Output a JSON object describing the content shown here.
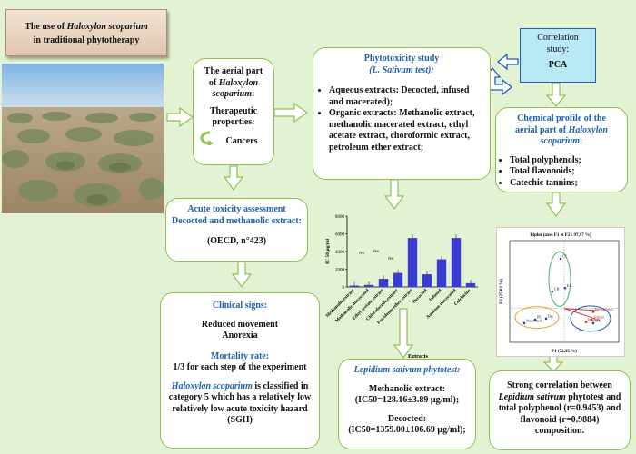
{
  "traditional": {
    "line1": "The use of",
    "species": "Haloxylon scoparium",
    "line2": "in traditional phytotherapy"
  },
  "aerial": {
    "l1": "The aerial part",
    "l2": "of",
    "species": "Haloxylon",
    "species2": "scoparium",
    "colon": ":",
    "props": "Therapeutic properties:",
    "cancers": "Cancers"
  },
  "phyto": {
    "title1": "Phytotoxicity study",
    "title2": "(L. Sativum test):",
    "aqueous": "Aqueous extracts: Decocted, infused and macerated);",
    "organic": "Organic extracts: Methanolic extract, methanolic macerated extract, ethyl acetate extract, choroformic extract, petroleum ether extract;"
  },
  "pca": {
    "l1": "Correlation",
    "l2": "study:",
    "l3": "PCA"
  },
  "chem": {
    "title1": "Chemical profile of the",
    "title2": "aerial part of",
    "species": "Haloxylon scoparium",
    "colon": ":",
    "items": [
      "Total polyphenols;",
      "Total flavonoids;",
      "Catechic tannins;"
    ]
  },
  "acute": {
    "title": "Acute toxicity assessment Decocted and methanolic extract:",
    "oecd": "(OECD, n°423)"
  },
  "clinical": {
    "title": "Clinical signs:",
    "s1": "Reduced movement",
    "s2": "Anorexia",
    "mort_title": "Mortality rate:",
    "mort_val": "1/3 for each step of the experiment",
    "species": "Haloxylon scoparium",
    "classified": "is classified in category 5 which has a relatively low relatively low acute toxicity hazard (SGH)"
  },
  "lepid": {
    "title": "Lepidium sativum phytotest:",
    "meth_label": "Methanolic extract:",
    "meth_val": "(IC50=128.16±3.89 µg/ml);",
    "dec_label": "Decocted:",
    "dec_val": "(IC50=1359.00±106.69 µg/ml);"
  },
  "strong": {
    "text1": "Strong correlation between",
    "species": "Lepidium sativum",
    "text2": "phytotest and total polyphenol (r=0.9453) and flavonoid (r=0.9884) composition."
  },
  "chart_data": [
    {
      "type": "bar",
      "ylabel": "IC 50 µg/ml",
      "xlabel": "Extracts",
      "ylim": [
        0,
        8000
      ],
      "yticks": [
        "0",
        "2000",
        "4000",
        "6000",
        "8000"
      ],
      "categories": [
        "Methanolic extract",
        "Methanolic macerated",
        "Ethyl acetate extract",
        "Chloroformic extract",
        "Petroleum ether extract",
        "Decocted",
        "Infused",
        "Aqueous macerated",
        "Colchicine"
      ],
      "values": [
        130,
        200,
        900,
        1550,
        5500,
        1400,
        3100,
        5500,
        400
      ],
      "annotations": [
        "NS",
        "NS",
        "NS"
      ]
    },
    {
      "type": "scatter",
      "title": "Biplot (axes F1 et F2 : 97,97 %)",
      "xlabel": "F1 (72,95 %)",
      "ylabel": "F2 (25,02 %)",
      "points": [
        {
          "label": "CT",
          "x": -0.2,
          "y": 2.2
        },
        {
          "label": "EA",
          "x": 0.05,
          "y": 0.9
        },
        {
          "label": "CH",
          "x": -0.65,
          "y": 0.75
        },
        {
          "label": "Polyphenols",
          "x": 1.6,
          "y": -0.15
        },
        {
          "label": "Tannins",
          "x": 1.5,
          "y": -0.5
        },
        {
          "label": "Infused",
          "x": 1.2,
          "y": -0.6
        },
        {
          "label": "MM",
          "x": 1.6,
          "y": -0.65
        },
        {
          "label": "PE",
          "x": -1.6,
          "y": -0.5
        },
        {
          "label": "Dec",
          "x": -1.0,
          "y": -0.45
        },
        {
          "label": "Macerated",
          "x": -2.2,
          "y": -0.65
        }
      ]
    }
  ]
}
